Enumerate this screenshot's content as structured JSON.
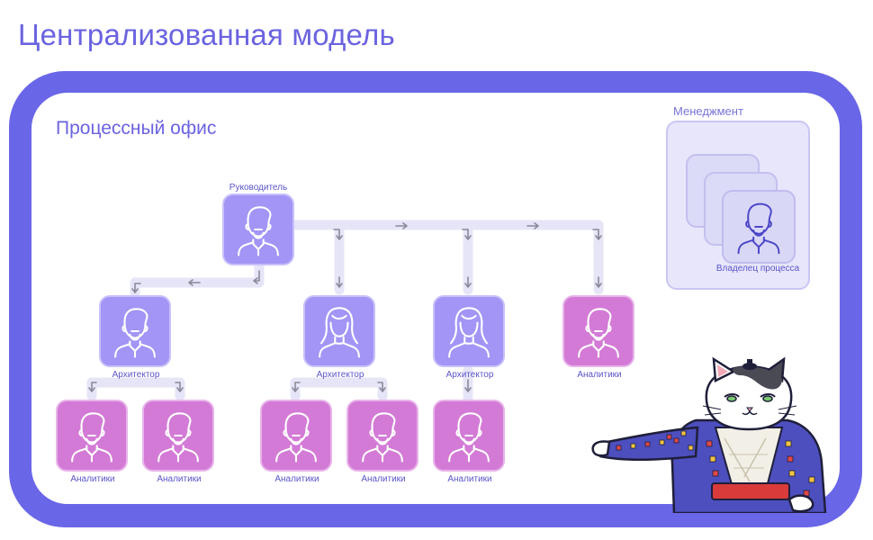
{
  "title": "Централизованная модель",
  "office": {
    "title": "Процессный офис",
    "head_label": "Руководитель",
    "architect_labels": [
      "Архитектор",
      "Архитектор",
      "Архитектор"
    ],
    "analyst_label_right": "Аналитики",
    "analyst_labels_bottom": [
      "Аналитики",
      "Аналитики",
      "Аналитики",
      "Аналитики",
      "Аналитики"
    ]
  },
  "management": {
    "label": "Менеджмент",
    "owner_label": "Владелец процесса"
  },
  "colors": {
    "accent": "#6a66e8",
    "node_purple": "#a295f5",
    "node_pink": "#d37ad6",
    "connector": "#e6e5f8"
  },
  "icons": [
    "person-male-icon",
    "person-female-icon",
    "cat-mascot"
  ]
}
